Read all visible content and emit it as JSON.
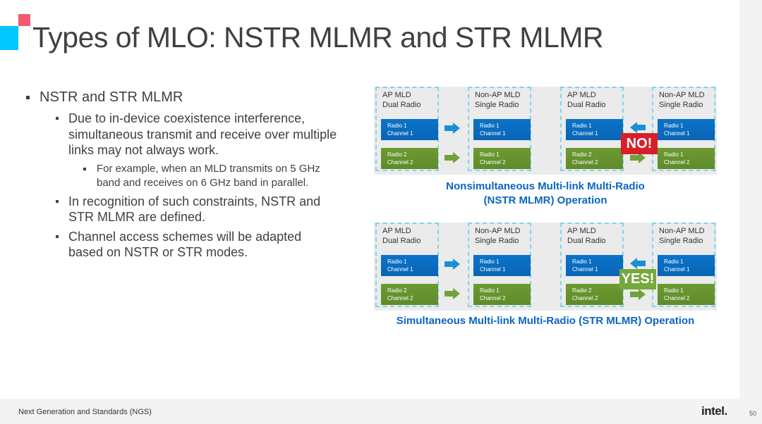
{
  "slide": {
    "title": "Types of MLO: NSTR MLMR and STR MLMR",
    "bullets": [
      {
        "text": "NSTR and STR MLMR"
      },
      {
        "text": "Due to in-device coexistence interference,"
      },
      {
        "text": "simultaneous transmit and receive over multiple"
      },
      {
        "text": "links may not always work."
      },
      {
        "text": "For example, when an MLD transmits on 5 GHz"
      },
      {
        "text": "band and receives on 6 GHz band in parallel."
      },
      {
        "text": "In recognition of such constraints, NSTR and"
      },
      {
        "text": "STR MLMR are defined."
      },
      {
        "text": "Channel access schemes will be adapted"
      },
      {
        "text": "based on NSTR or STR modes."
      }
    ]
  },
  "diagram": {
    "labels": {
      "ap_mld": "AP MLD\nDual Radio",
      "non_ap_mld": "Non-AP MLD\nSingle Radio",
      "radio1_ch1": "Radio 1\nChannel 1",
      "radio2_ch2": "Radio 2\nChannel 2",
      "radio1_ch2": "Radio 1\nChannel 2"
    },
    "nstr_caption_line1": "Nonsimultaneous Multi-link Multi-Radio",
    "nstr_caption_line2": "(NSTR MLMR) Operation",
    "str_caption": "Simultaneous Multi-link Multi-Radio (STR MLMR) Operation",
    "no_badge": "NO!",
    "yes_badge": "YES!"
  },
  "colors": {
    "radio_blue": "#0a6ec1",
    "radio_green": "#6a9630",
    "arrow_blue": "#1a8fd8",
    "arrow_green": "#6fa23a",
    "caption_blue": "#0a66c2",
    "no_red": "#d81f27",
    "yes_green": "#76a83c"
  },
  "footer": {
    "text": "Next Generation and Standards (NGS)",
    "logo": "intel.",
    "page_number": "50"
  }
}
